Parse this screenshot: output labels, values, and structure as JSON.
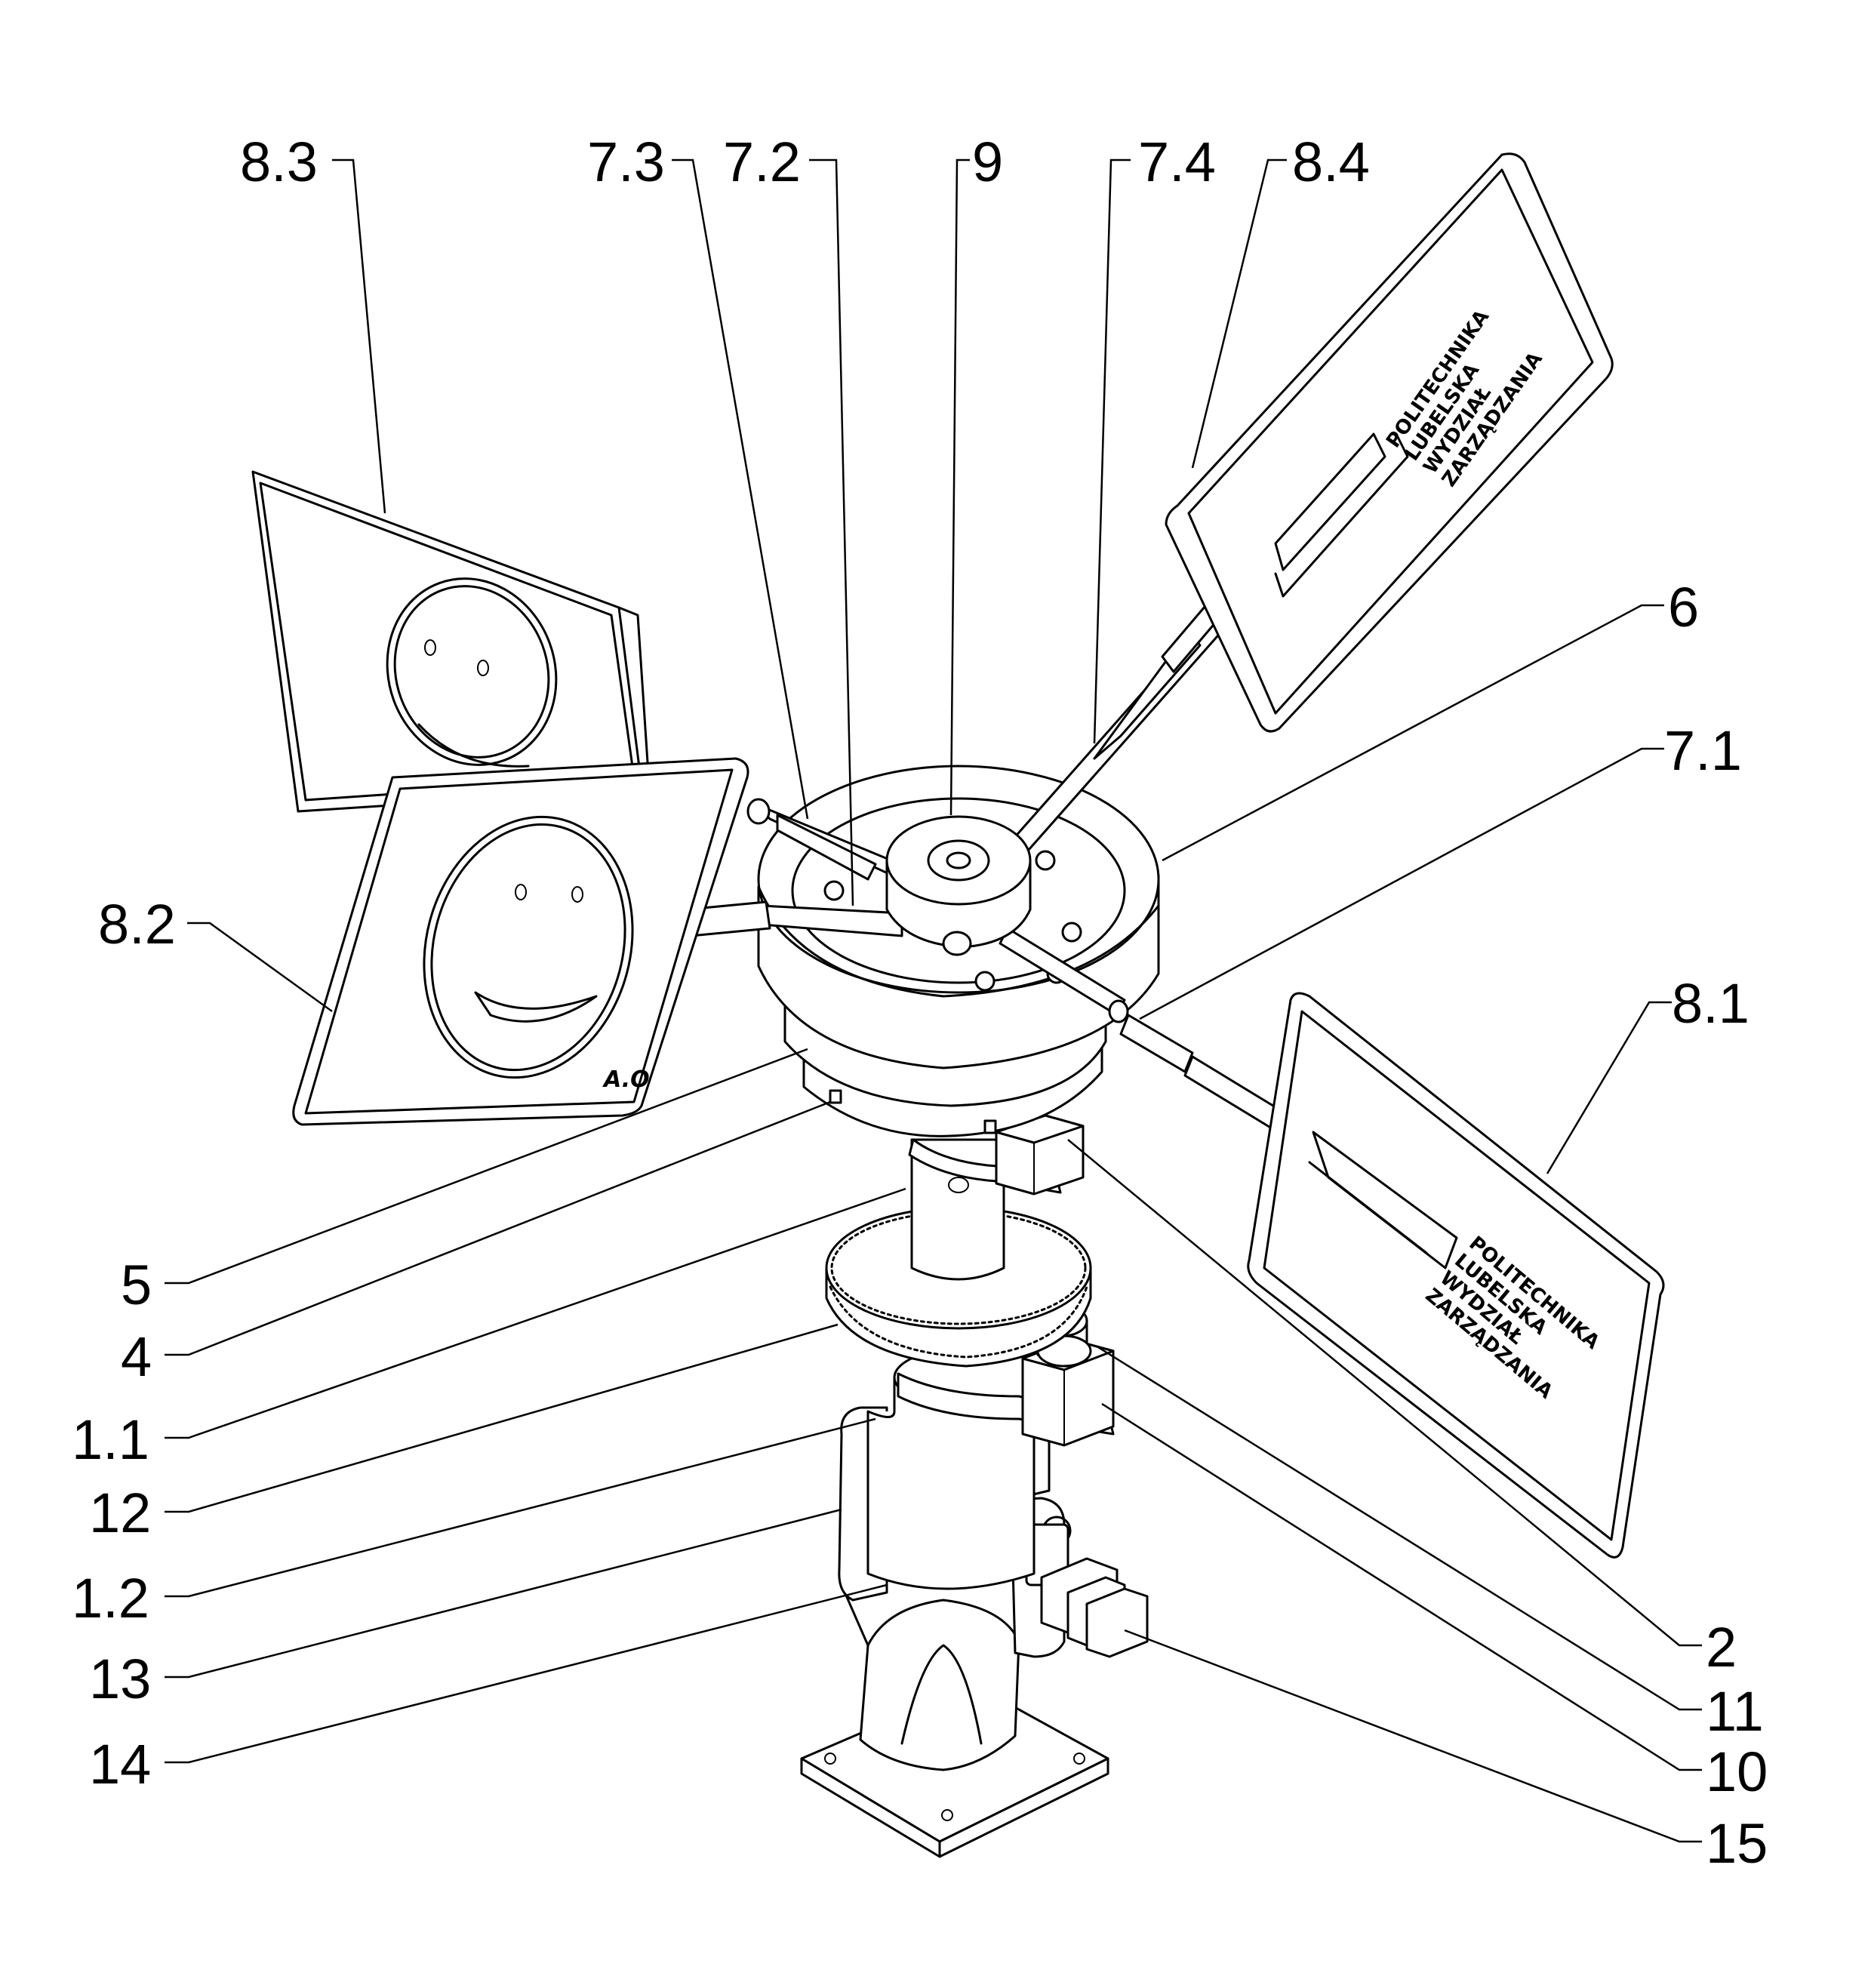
{
  "labels": {
    "l_8_3": "8.3",
    "l_7_3": "7.3",
    "l_7_2": "7.2",
    "l_9": "9",
    "l_7_4": "7.4",
    "l_8_4": "8.4",
    "l_6": "6",
    "l_7_1": "7.1",
    "l_8_2": "8.2",
    "l_8_1": "8.1",
    "l_5": "5",
    "l_4": "4",
    "l_1_1": "1.1",
    "l_12": "12",
    "l_1_2": "1.2",
    "l_13": "13",
    "l_14": "14",
    "l_2": "2",
    "l_11": "11",
    "l_10": "10",
    "l_15": "15"
  },
  "signs": {
    "upper_right": [
      "POLITECHNIKA",
      "LUBELSKA",
      "WYDZIAŁ",
      "ZARZĄDZANIA"
    ],
    "lower_right": [
      "POLITECHNIKA",
      "LUBELSKA",
      "WYDZIAŁ",
      "ZARZĄDZANIA"
    ]
  },
  "panel_initials": "A.O"
}
